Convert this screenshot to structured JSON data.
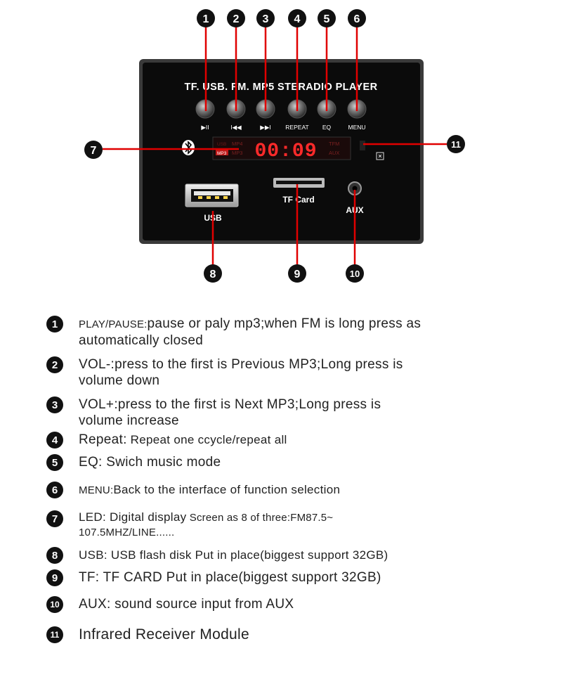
{
  "callouts": [
    "1",
    "2",
    "3",
    "4",
    "5",
    "6",
    "7",
    "8",
    "9",
    "10",
    "11"
  ],
  "panel": {
    "top_label": "TF. USB. FM. MP5 STERADIO PLAYER",
    "button_labels": [
      "▶II",
      "I◀◀",
      "▶▶I",
      "REPEAT",
      "EQ",
      "MENU"
    ],
    "display_time": "00:09",
    "display_left_small": [
      "MP4",
      "MP3"
    ],
    "display_right_small": [
      "TFM",
      "AUX"
    ],
    "display_left_tags": [
      "USB",
      "MP3"
    ],
    "usb_label": "USB",
    "tf_label": "TF Card",
    "aux_label": "AUX"
  },
  "legend": [
    {
      "n": "1",
      "key": "PLAY/PAUSE:",
      "desc": "pause or paly mp3;when FM is long press as",
      "desc2": "automatically closed"
    },
    {
      "n": "2",
      "key": "VOL-:",
      "desc": "press to the first is Previous MP3;Long press is",
      "desc2": "volume down"
    },
    {
      "n": "3",
      "key": "VOL+:",
      "desc": "press to the first is Next MP3;Long press is",
      "desc2": "volume increase"
    },
    {
      "n": "4",
      "key": "Repeat:",
      "desc": " Repeat one ccycle/repeat all",
      "desc2": ""
    },
    {
      "n": "5",
      "key": "EQ:",
      "desc": " Swich music mode",
      "desc2": ""
    },
    {
      "n": "6",
      "key": "MENU:",
      "desc": "Back to the interface of function selection",
      "desc2": ""
    },
    {
      "n": "7",
      "key": "LED:",
      "desc": " Digital display",
      "desc_b": " Screen as 8 of three:FM87.5~",
      "desc2": "107.5MHZ/LINE......"
    },
    {
      "n": "8",
      "key": "USB:",
      "desc": " USB flash disk Put in place(biggest support 32GB)",
      "desc2": ""
    },
    {
      "n": "9",
      "key": "TF:",
      "desc": " TF CARD Put in place(biggest support 32GB)",
      "desc2": ""
    },
    {
      "n": "10",
      "key": "AUX:",
      "desc": " sound source input from AUX",
      "desc2": ""
    },
    {
      "n": "11",
      "key": "Infrared Receiver Module",
      "desc": "",
      "desc2": ""
    }
  ]
}
